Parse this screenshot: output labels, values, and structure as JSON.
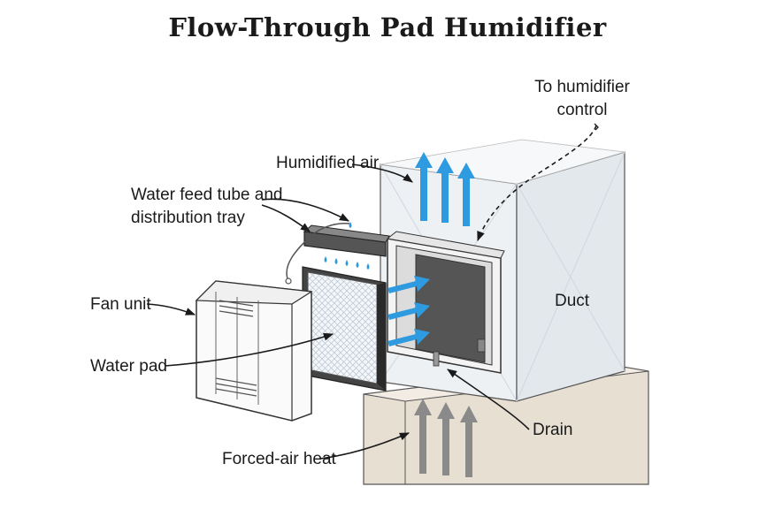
{
  "title": "Flow-Through Pad Humidifier",
  "labels": {
    "humidifier_control_line1": "To humidifier",
    "humidifier_control_line2": "control",
    "humidified_air": "Humidified air",
    "water_feed_line1": "Water feed tube and",
    "water_feed_line2": "distribution tray",
    "fan_unit": "Fan unit",
    "water_pad": "Water pad",
    "duct": "Duct",
    "drain": "Drain",
    "forced_air_heat": "Forced-air heat"
  },
  "colors": {
    "humidified_air_arrow": "#2e9be0",
    "forced_air_arrow": "#8a8a8a",
    "duct_face": "#eef1f4",
    "base": "#e8dfd3",
    "water_drop": "#2e9be0"
  }
}
